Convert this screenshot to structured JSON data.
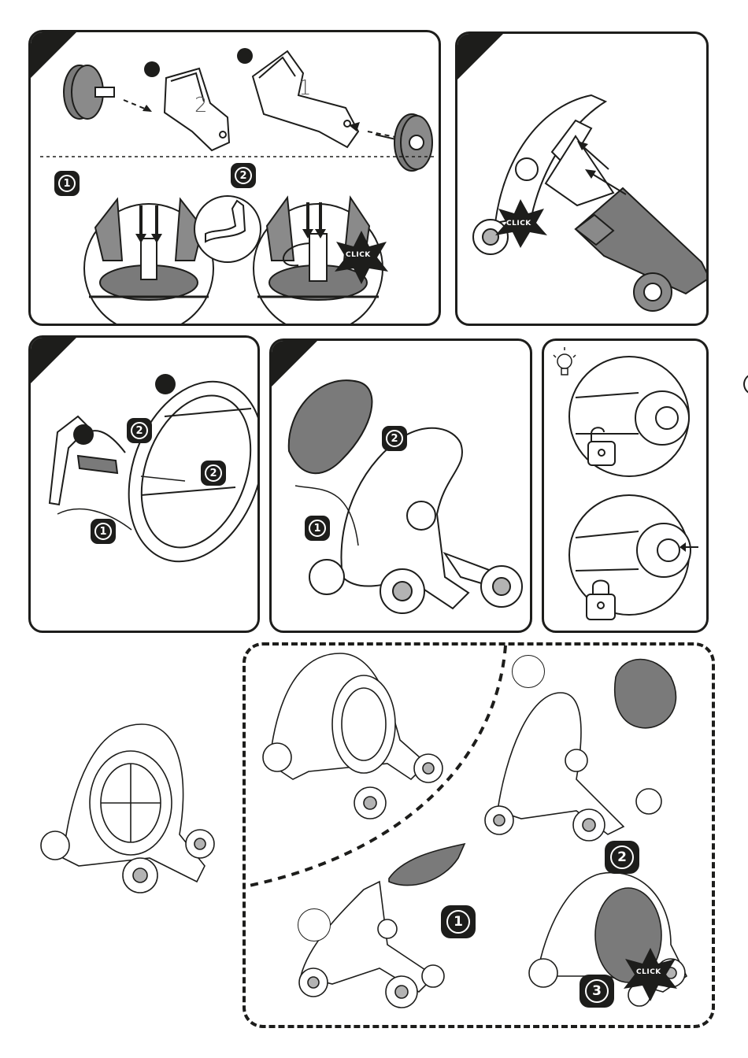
{
  "panel_a": {
    "part_label_2": "2",
    "part_label_1": "1",
    "step_1": "1",
    "step_2": "2",
    "click": "CLICK"
  },
  "panel_b": {
    "click": "CLICK"
  },
  "panel_c": {
    "step_2a": "2",
    "step_2b": "2",
    "step_1": "1"
  },
  "panel_d": {
    "step_2": "2",
    "step_1": "1"
  },
  "panel_f": {
    "step_1": "1",
    "step_2": "2",
    "step_3": "3",
    "click": "CLICK"
  },
  "colors": {
    "ink": "#1d1d1b",
    "fill_grey": "#7a7a7a",
    "light_grey": "#b3b3b3"
  }
}
